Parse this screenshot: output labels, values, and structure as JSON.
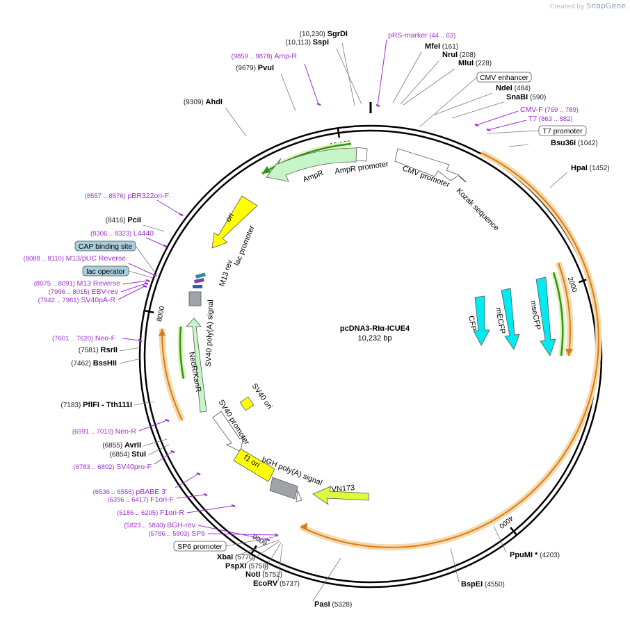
{
  "credit": {
    "prefix": "Created by",
    "brand": "SnapGene"
  },
  "plasmid": {
    "name": "pcDNA3-RIα-ICUE4",
    "length": "10,232 bp"
  },
  "ticks": [
    {
      "label": "2000",
      "bp": 2000
    },
    {
      "label": "4000",
      "bp": 4000
    },
    {
      "label": "6000",
      "bp": 6000
    },
    {
      "label": "8000",
      "bp": 8000
    },
    {
      "label": "10,000",
      "bp": 10000
    }
  ],
  "enzymes": [
    {
      "name": "SgrDI",
      "pos": "(10,230)"
    },
    {
      "name": "SspI",
      "pos": "(10,113)"
    },
    {
      "name": "PvuI",
      "pos": "(9679)"
    },
    {
      "name": "AhdI",
      "pos": "(9309)"
    },
    {
      "name": "MfeI",
      "pos": "(161)"
    },
    {
      "name": "NruI",
      "pos": "(208)"
    },
    {
      "name": "MluI",
      "pos": "(228)"
    },
    {
      "name": "NdeI",
      "pos": "(484)"
    },
    {
      "name": "SnaBI",
      "pos": "(590)"
    },
    {
      "name": "Bsu36I",
      "pos": "(1042)"
    },
    {
      "name": "HpaI",
      "pos": "(1452)"
    },
    {
      "name": "PciI",
      "pos": "(8416)"
    },
    {
      "name": "RsrII",
      "pos": "(7581)"
    },
    {
      "name": "BssHII",
      "pos": "(7462)"
    },
    {
      "name": "PflFI - Tth111I",
      "pos": "(7183)"
    },
    {
      "name": "AvrII",
      "pos": "(6855)"
    },
    {
      "name": "StuI",
      "pos": "(6854)"
    },
    {
      "name": "PpuMI *",
      "pos": "(4203)"
    },
    {
      "name": "BspEI",
      "pos": "(4550)"
    },
    {
      "name": "PasI",
      "pos": "(5328)"
    },
    {
      "name": "XbaI",
      "pos": "(5770)"
    },
    {
      "name": "PspXI",
      "pos": "(5758)"
    },
    {
      "name": "NotI",
      "pos": "(5752)"
    },
    {
      "name": "EcoRV",
      "pos": "(5737)"
    }
  ],
  "primers": [
    {
      "name": "pRS-marker",
      "pos": "(44 .. 63)"
    },
    {
      "name": "Amp-R",
      "pos": "(9859 .. 9878)"
    },
    {
      "name": "CMV-F",
      "pos": "(769 .. 789)"
    },
    {
      "name": "T7",
      "pos": "(863 .. 882)"
    },
    {
      "name": "pBR322ori-F",
      "pos": "(8557 .. 8576)"
    },
    {
      "name": "L4440",
      "pos": "(8306 .. 8323)"
    },
    {
      "name": "M13/pUC Reverse",
      "pos": "(8088 .. 8110)"
    },
    {
      "name": "M13 Reverse",
      "pos": "(8075 .. 8091)"
    },
    {
      "name": "EBV-rev",
      "pos": "(7996 .. 8015)"
    },
    {
      "name": "SV40pA-R",
      "pos": "(7942 .. 7961)"
    },
    {
      "name": "Neo-F",
      "pos": "(7601 .. 7620)"
    },
    {
      "name": "Neo-R",
      "pos": "(6991 .. 7010)"
    },
    {
      "name": "SV40pro-F",
      "pos": "(6783 .. 6802)"
    },
    {
      "name": "pBABE 3'",
      "pos": "(6536 .. 6556)"
    },
    {
      "name": "F1ori-F",
      "pos": "(6396 .. 6417)"
    },
    {
      "name": "F1ori-R",
      "pos": "(6186 .. 6205)"
    },
    {
      "name": "BGH-rev",
      "pos": "(5823 .. 5840)"
    },
    {
      "name": "SP6",
      "pos": "(5786 .. 5803)"
    }
  ],
  "boxed_labels": [
    {
      "name": "CMV enhancer",
      "fill": "#ffffff"
    },
    {
      "name": "T7 promoter",
      "fill": "#ffffff"
    },
    {
      "name": "CAP binding site",
      "fill": "#a9cfdc"
    },
    {
      "name": "lac operator",
      "fill": "#a9cfdc"
    },
    {
      "name": "SP6 promoter",
      "fill": "#ffffff"
    }
  ],
  "features": [
    {
      "name": "AmpR"
    },
    {
      "name": "AmpR promoter"
    },
    {
      "name": "CMV promoter"
    },
    {
      "name": "Kozak sequence"
    },
    {
      "name": "ori"
    },
    {
      "name": "lac promoter"
    },
    {
      "name": "M13 rev"
    },
    {
      "name": "SV40 poly(A) signal"
    },
    {
      "name": "NeoR/KanR"
    },
    {
      "name": "SV40 ori"
    },
    {
      "name": "SV40 promoter"
    },
    {
      "name": "f1 ori"
    },
    {
      "name": "bGH poly(A) signal"
    },
    {
      "name": "VN173"
    },
    {
      "name": "CFP"
    },
    {
      "name": "mECFP"
    },
    {
      "name": "mseCFP"
    }
  ],
  "colors": {
    "primer": "#9b2fd2",
    "ampr": "#c8f5c8",
    "ori": "#ffff00",
    "cfp": "#00eaf0",
    "vn173": "#d9ff3a",
    "orf_orange": "#d97a1a",
    "orf_green": "#2f8f2f",
    "gray": "#a0a4a8"
  }
}
